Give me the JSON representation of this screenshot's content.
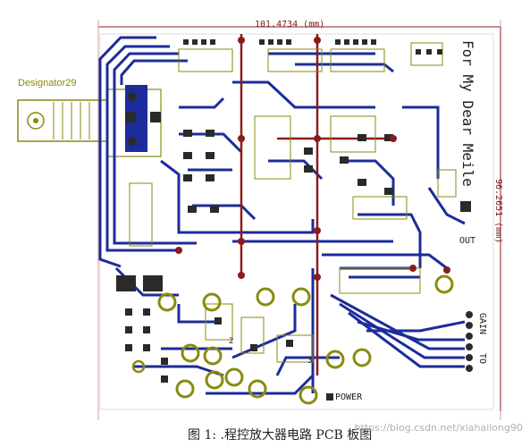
{
  "caption": "图 1: .程控放大器电路 PCB 板图",
  "watermark": "https://blog.csdn.net/xiahailong90",
  "dimensions": {
    "width_label": "101.4734 (mm)",
    "height_label": "96.2651 (mm)"
  },
  "labels": {
    "designator": "Designator29",
    "title_line1": "For My Dear Meile",
    "out": "OUT",
    "gain": "GAIN",
    "to": "TO",
    "power": "POWER",
    "pad_num_2": "2",
    "pad_num_3": "3"
  },
  "colors": {
    "trace": "#1c2c9a",
    "pad": "#2a2a2a",
    "silkscreen": "#c8c84a",
    "dimension": "#8b1c1c",
    "via": "#8b1c1c",
    "copper_fill": "#1c2c9a"
  }
}
